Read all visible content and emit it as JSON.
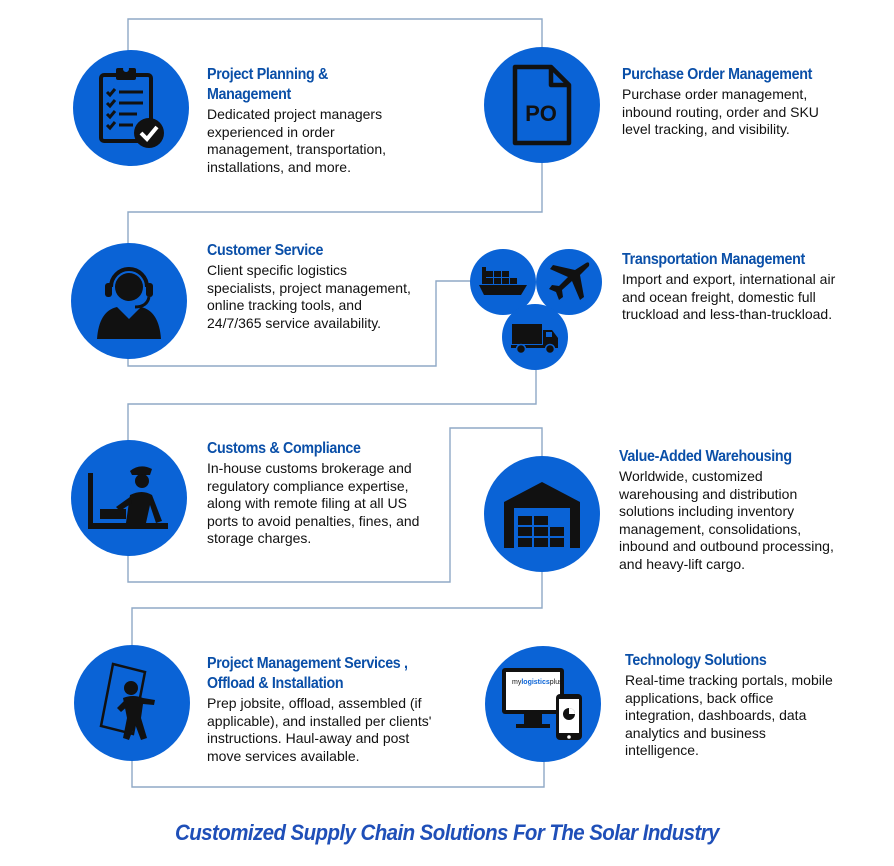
{
  "services": {
    "planning": {
      "title": "Project Planning & Management",
      "desc": "Dedicated project managers experienced in order management, transportation, installations, and more.",
      "icon": "clipboard-checklist-icon"
    },
    "purchase_order": {
      "title": "Purchase Order Management",
      "desc": "Purchase order management, inbound routing, order and SKU level tracking, and visibility.",
      "icon": "po-document-icon",
      "icon_label": "PO"
    },
    "customer_service": {
      "title": "Customer Service",
      "desc": "Client specific logistics specialists, project management, online tracking tools, and 24/7/365 service availability.",
      "icon": "headset-agent-icon"
    },
    "transportation": {
      "title": "Transportation Management",
      "desc": "Import and export, international air and ocean freight, domestic full truckload and less-than-truckload.",
      "icons": [
        "ship-icon",
        "airplane-icon",
        "truck-icon"
      ]
    },
    "customs": {
      "title": "Customs & Compliance",
      "desc": "In-house customs brokerage and regulatory compliance expertise, along with remote filing at all US ports to avoid penalties, fines, and storage charges.",
      "icon": "customs-officer-icon"
    },
    "warehousing": {
      "title": "Value-Added Warehousing",
      "desc": "Worldwide, customized warehousing and distribution solutions including inventory management, consolidations, inbound and outbound processing, and heavy-lift cargo.",
      "icon": "warehouse-icon"
    },
    "installation": {
      "title_line1": "Project Management Services ,",
      "title_line2": "Offload & Installation",
      "desc": "Prep jobsite, offload, assembled (if applicable), and installed per clients' instructions. Haul-away and post move services available.",
      "icon": "worker-carrying-panel-icon"
    },
    "technology": {
      "title": "Technology Solutions",
      "desc": "Real-time tracking portals, mobile applications, back office integration, dashboards, data analytics and business intelligence.",
      "icon": "monitor-phone-icon",
      "screen_brand_prefix": "my",
      "screen_brand_name": "logistics",
      "screen_brand_suffix": "plus"
    }
  },
  "footer": {
    "title": "Customized Supply Chain Solutions For The Solar Industry"
  },
  "colors": {
    "circle_blue": "#0a63d6",
    "title_blue": "#0a4fa8",
    "connector": "#8fa9c6",
    "footer_blue": "#1f4fb8"
  }
}
